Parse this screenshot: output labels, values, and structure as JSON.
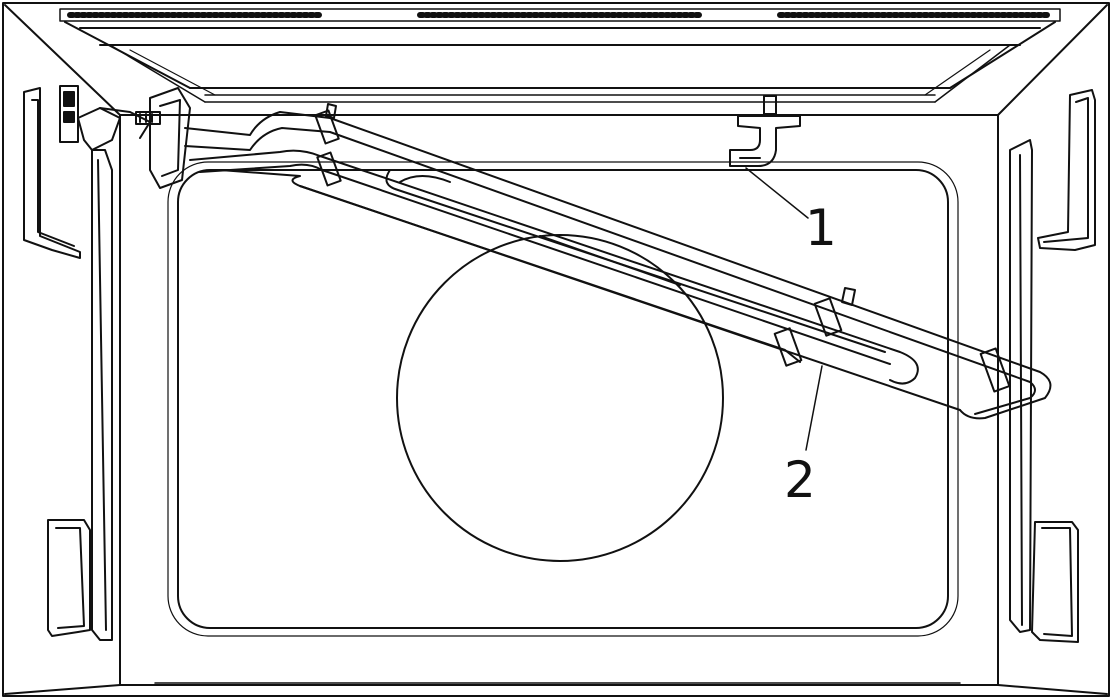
{
  "callouts": {
    "label_1": "1",
    "label_2": "2"
  },
  "colors": {
    "line": "#111111",
    "background": "#ffffff"
  },
  "icons": {
    "oven_cavity": "oven-cavity-illustration",
    "heating_element": "heating-element-tube",
    "sensor": "thermostat-sensor",
    "turntable": "turntable-circle"
  }
}
